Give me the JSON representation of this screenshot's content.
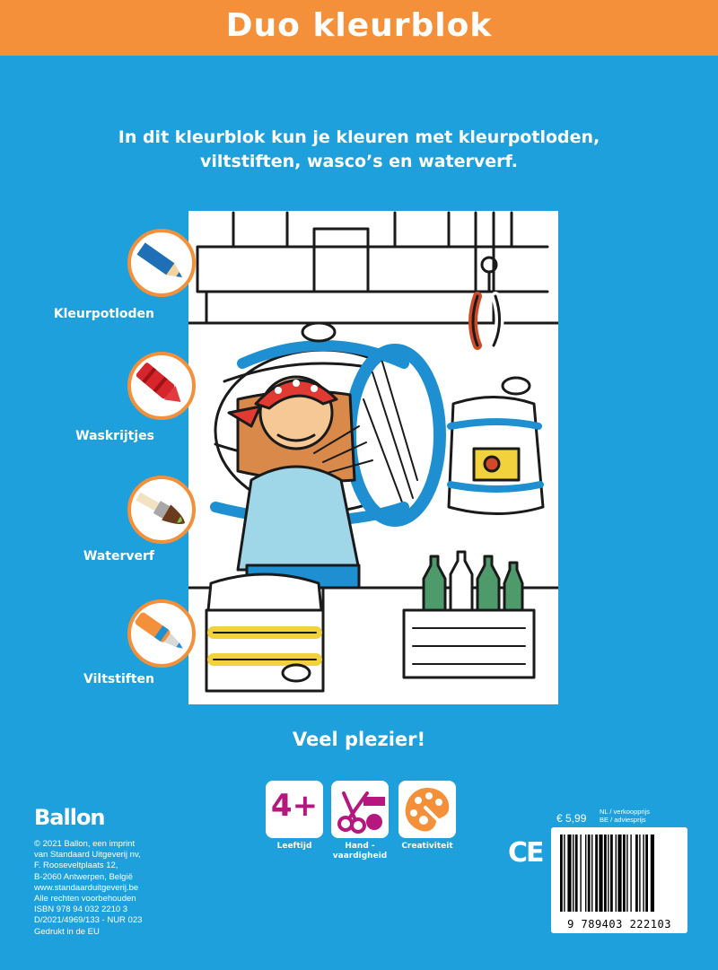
{
  "header": {
    "title": "Duo kleurblok"
  },
  "intro": {
    "line1": "In dit kleurblok kun je kleuren met kleurpotloden,",
    "line2": "viltstiften, wasco’s en waterverf."
  },
  "tools": [
    {
      "label": "Kleurpotloden",
      "icon": "colored-pencil-icon"
    },
    {
      "label": "Waskrijtjes",
      "icon": "wax-crayon-icon"
    },
    {
      "label": "Waterverf",
      "icon": "paintbrush-icon"
    },
    {
      "label": "Viltstiften",
      "icon": "felt-marker-icon"
    }
  ],
  "closing": "Veel plezier!",
  "badges": [
    {
      "label": "Leeftijd",
      "value": "4+",
      "icon": "age-badge-icon"
    },
    {
      "label_line1": "Hand -",
      "label_line2": "vaardigheid",
      "icon": "scissors-icon"
    },
    {
      "label": "Creativiteit",
      "icon": "palette-icon"
    }
  ],
  "publisher": {
    "logo": "Ballon",
    "imprint": [
      "© 2021 Ballon, een imprint",
      "van Standaard Uitgeverij nv,",
      "F. Rooseveltplaats 12,",
      "B-2060 Antwerpen, België",
      "www.standaarduitgeverij.be",
      "Alle rechten voorbehouden",
      "ISBN 978 94 032 2210 3",
      "D/2021/4969/133 - NUR 023",
      "Gedrukt in de EU"
    ]
  },
  "price": {
    "amount": "€ 5,99",
    "note1": "NL / verkoopprijs",
    "note2": "BE / adviesprijs"
  },
  "ce_mark": "CE",
  "barcode_number": "9 789403 222103",
  "colors": {
    "background": "#1ea0dc",
    "header": "#f4903a",
    "badge_accent": "#b5177f"
  }
}
